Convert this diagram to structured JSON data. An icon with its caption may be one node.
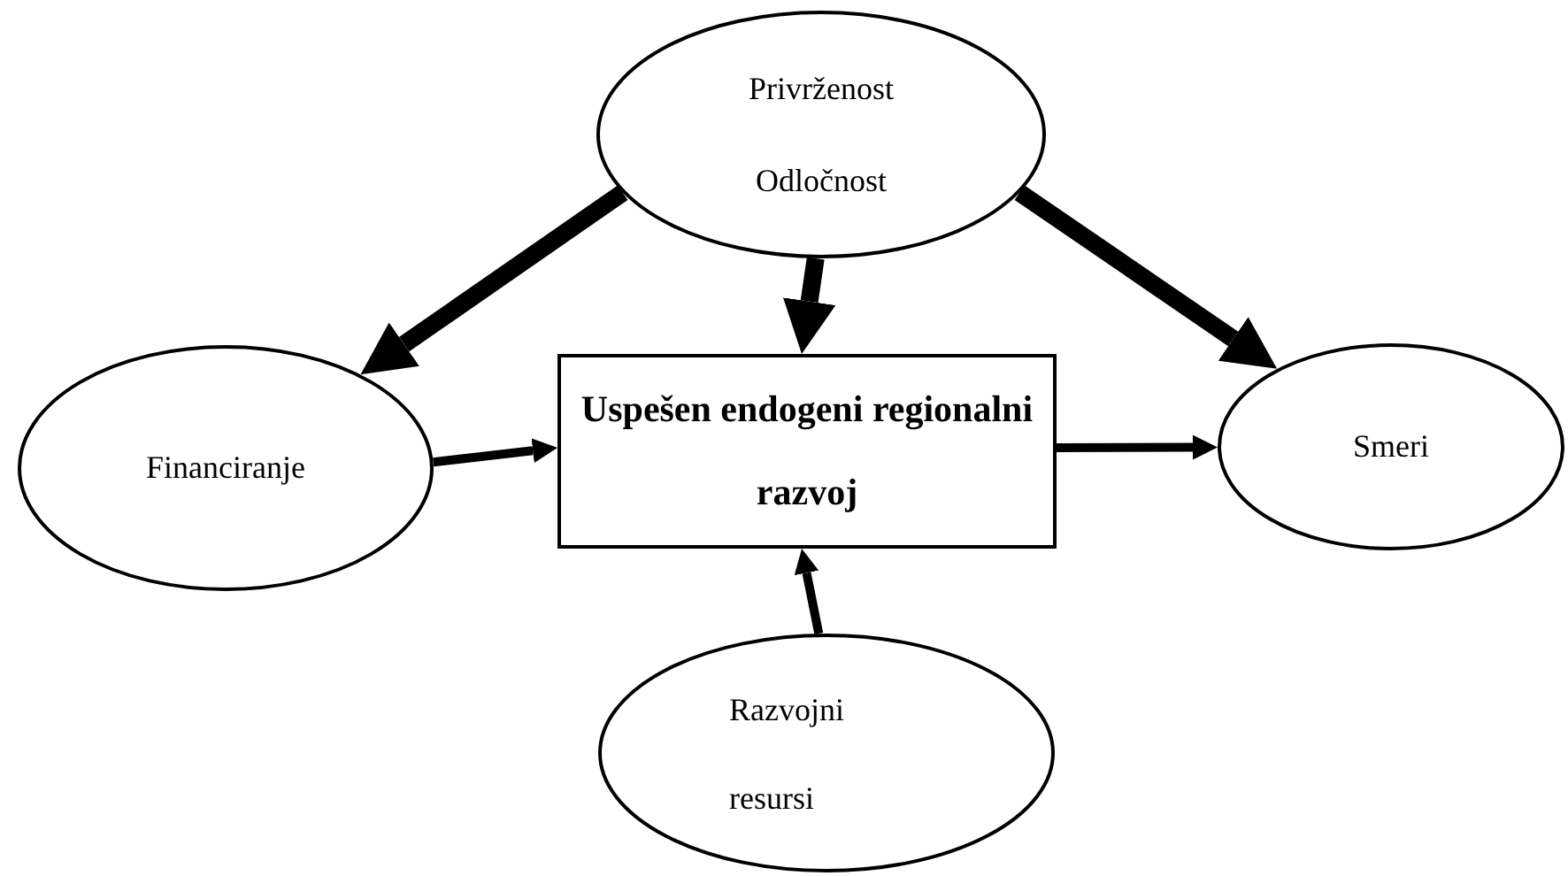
{
  "diagram": {
    "nodes": [
      {
        "text": [
          "Privrženost",
          "Odločnost"
        ]
      },
      {
        "text": [
          "Financiranje"
        ]
      },
      {
        "text": [
          "Uspešen endogeni regionalni razvoj"
        ]
      },
      {
        "text": [
          "Smeri"
        ]
      },
      {
        "text": [
          "Razvojni resursi"
        ]
      }
    ],
    "edges": [
      {
        "from": 0,
        "to": 1,
        "arrow": "to",
        "style": "thick"
      },
      {
        "from": 0,
        "to": 2,
        "arrow": "to",
        "style": "thick"
      },
      {
        "from": 0,
        "to": 3,
        "arrow": "to",
        "style": "thick"
      },
      {
        "from": 1,
        "to": 2,
        "arrow": "to"
      },
      {
        "from": 2,
        "to": 3,
        "arrow": "to"
      },
      {
        "from": 4,
        "to": 2,
        "arrow": "to"
      }
    ]
  }
}
